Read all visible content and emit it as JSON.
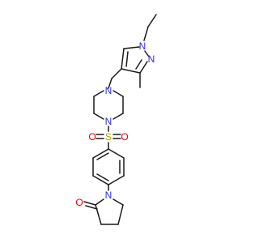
{
  "molecule": {
    "colors": {
      "bond": "#1a1a1a",
      "nitrogen": "#2b2bd9",
      "oxygen": "#e60000",
      "sulfur": "#b3a100"
    },
    "atom_labels": {
      "pyrazole_n1": "N",
      "pyrazole_n2": "N",
      "piperazine_n_top": "N",
      "piperazine_n_bottom": "N",
      "sulfonyl_s": "S",
      "sulfonyl_o_left": "O",
      "sulfonyl_o_right": "O",
      "lactam_n": "N",
      "carbonyl_o": "O"
    }
  }
}
